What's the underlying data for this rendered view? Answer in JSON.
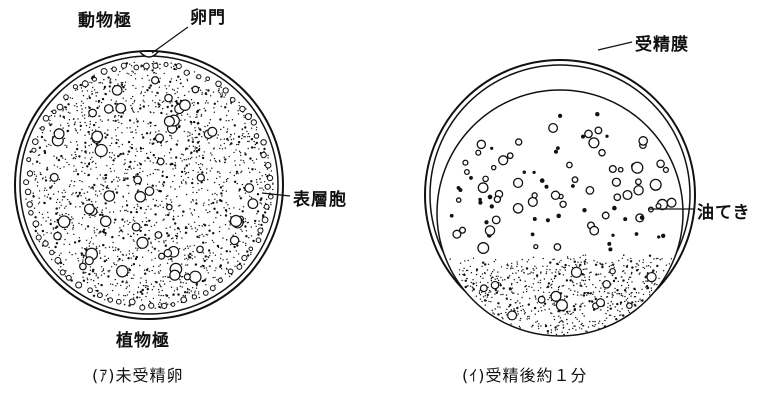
{
  "figure_a": {
    "top_pole": "動物極",
    "micropyle": "卵門",
    "cortical_alveoli": "表層胞",
    "bottom_pole": "植物極",
    "caption": "(ｱ)未受精卵"
  },
  "figure_b": {
    "membrane": "受精膜",
    "oil_droplet": "油てき",
    "caption": "(ｲ)受精後約１分"
  },
  "colors": {
    "ink": "#111111",
    "paper": "#ffffff"
  }
}
